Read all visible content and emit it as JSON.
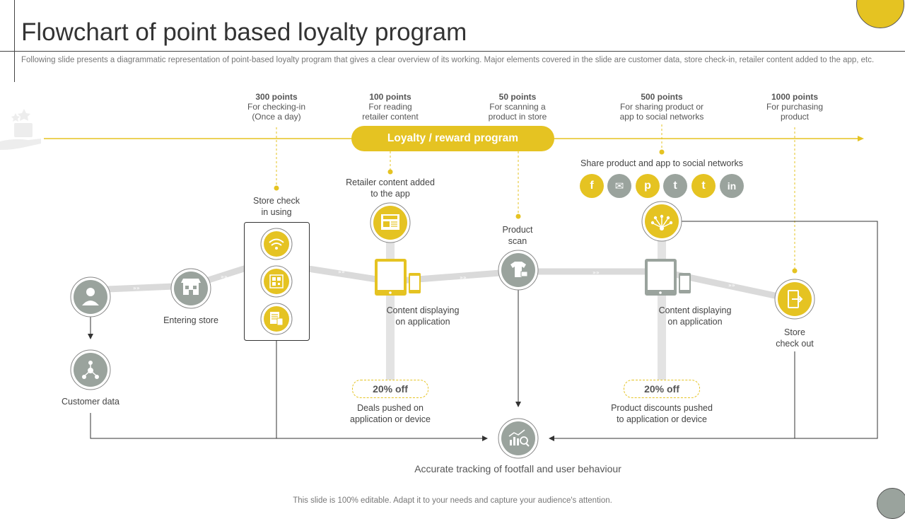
{
  "header": {
    "title": "Flowchart of point based loyalty program",
    "subtitle": "Following slide presents a diagrammatic representation of point-based loyalty program that gives a clear overview of its working. Major elements covered in the slide are customer data, store check-in, retailer content added to the app, etc."
  },
  "program": {
    "title": "Loyalty / reward program"
  },
  "points": [
    {
      "points": "300 points",
      "line1": "For checking-in",
      "line2": "(Once a day)"
    },
    {
      "points": "100 points",
      "line1": "For reading",
      "line2": "retailer content"
    },
    {
      "points": "50 points",
      "line1": "For scanning a",
      "line2": "product in store"
    },
    {
      "points": "500 points",
      "line1": "For sharing product or",
      "line2": "app to social networks"
    },
    {
      "points": "1000 points",
      "line1": "For purchasing",
      "line2": "product"
    }
  ],
  "steps": {
    "customer": "Customer data",
    "entering": "Entering store",
    "checkin_1": "Store check",
    "checkin_2": "in using",
    "retailer_1": "Retailer content added",
    "retailer_2": "to the app",
    "content_a_1": "Content displaying",
    "content_a_2": "on application",
    "scan_1": "Product",
    "scan_2": "scan",
    "share": "Share product and app to social networks",
    "content_b_1": "Content displaying",
    "content_b_2": "on application",
    "checkout_1": "Store",
    "checkout_2": "check out"
  },
  "deals": [
    {
      "badge": "20% off",
      "line1": "Deals pushed on",
      "line2": "application or device"
    },
    {
      "badge": "20% off",
      "line1": "Product discounts pushed",
      "line2": "to application or device"
    }
  ],
  "social_icons": [
    {
      "icon": "facebook-icon",
      "glyph": "f",
      "color": "#E5C322"
    },
    {
      "icon": "email-icon",
      "glyph": "✉",
      "color": "#9AA39D"
    },
    {
      "icon": "pinterest-icon",
      "glyph": "p",
      "color": "#E5C322"
    },
    {
      "icon": "twitter-icon",
      "glyph": "t",
      "color": "#9AA39D"
    },
    {
      "icon": "tumblr-icon",
      "glyph": "t",
      "color": "#E5C322"
    },
    {
      "icon": "linkedin-icon",
      "glyph": "in",
      "color": "#9AA39D"
    }
  ],
  "tracking": "Accurate tracking of footfall and user behaviour",
  "footer": "This slide is 100% editable. Adapt it to your needs and capture your audience's attention.",
  "colors": {
    "accent": "#E5C322",
    "gray": "#9AA39D",
    "track": "#DADADA"
  }
}
